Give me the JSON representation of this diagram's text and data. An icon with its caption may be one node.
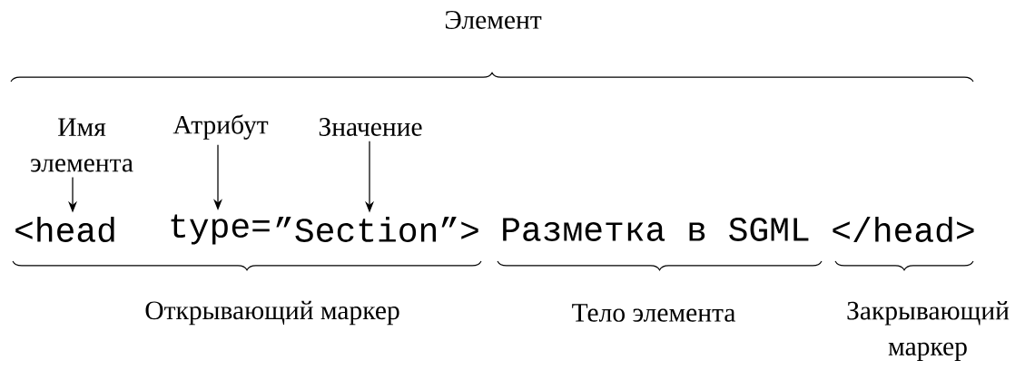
{
  "diagram": {
    "nodes": [
      {
        "text": [
          "Имя элемента"
        ]
      },
      {
        "text": [
          "Атрибут"
        ]
      },
      {
        "text": [
          "Значение"
        ]
      },
      {
        "text": [
          "<head"
        ]
      },
      {
        "text": [
          "type="
        ]
      },
      {
        "text": [
          "”Section”>"
        ]
      },
      {
        "text": [
          "Разметка в SGML"
        ]
      },
      {
        "text": [
          "</head>"
        ]
      }
    ],
    "edges": [
      {
        "from": 0,
        "to": 3,
        "arrow": "to"
      },
      {
        "from": 1,
        "to": 4,
        "arrow": "to"
      },
      {
        "from": 2,
        "to": 5,
        "arrow": "to"
      }
    ],
    "labels": [
      "Элемент",
      "Открывающий маркер",
      "Тело элемента",
      "Закрывающий маркер"
    ]
  }
}
